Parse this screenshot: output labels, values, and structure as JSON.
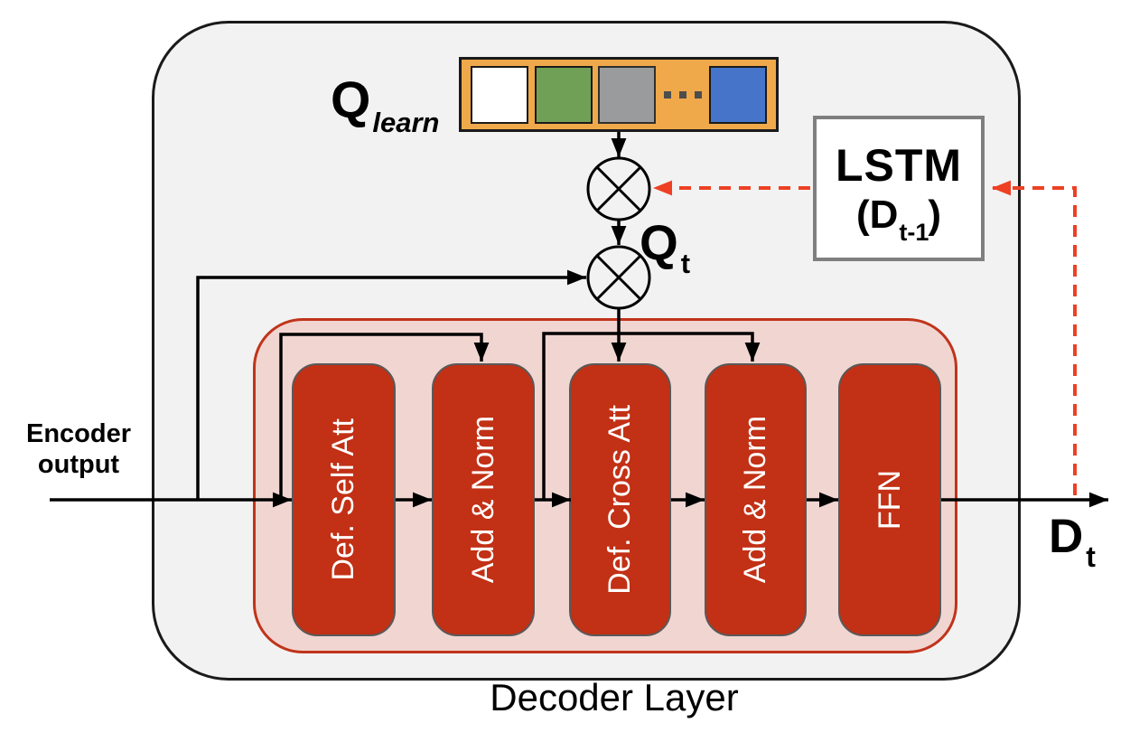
{
  "diagram": {
    "caption": "Decoder Layer",
    "labels": {
      "q_learn_base": "Q",
      "q_learn_sub": "learn",
      "q_t_base": "Q",
      "q_t_sub": "t",
      "d_t_base": "D",
      "d_t_sub": "t",
      "encoder_line1": "Encoder",
      "encoder_line2": "output",
      "lstm_title": "LSTM",
      "lstm_arg_pre": "(D",
      "lstm_arg_sub": "t-1",
      "lstm_arg_post": ")"
    },
    "decoder_stack": {
      "modules": [
        {
          "label": "Def. Self Att"
        },
        {
          "label": "Add & Norm"
        },
        {
          "label": "Def. Cross Att"
        },
        {
          "label": "Add & Norm"
        },
        {
          "label": "FFN"
        }
      ]
    },
    "query_bank": {
      "tokens": [
        "white",
        "green",
        "gray",
        "ellipsis",
        "blue"
      ]
    },
    "icons": {
      "multiply_operator": "circle-cross ⊗",
      "ellipsis_dots": "⋯"
    },
    "colors": {
      "outer_fill": "#f2f2f2",
      "outer_border": "#1a1a1a",
      "stack_fill": "#f1d5d1",
      "stack_border": "#c0341b",
      "module_fill": "#c23015",
      "module_border": "#595959",
      "module_text": "#ffffff",
      "query_bank_fill": "#efa94a",
      "token_white": "#ffffff",
      "token_green": "#70a055",
      "token_gray": "#9a9b9c",
      "token_blue": "#4674c9",
      "lstm_border": "#7f7f7f",
      "feedback_dashed_red": "#ee4023",
      "wire_black": "#000000"
    }
  }
}
